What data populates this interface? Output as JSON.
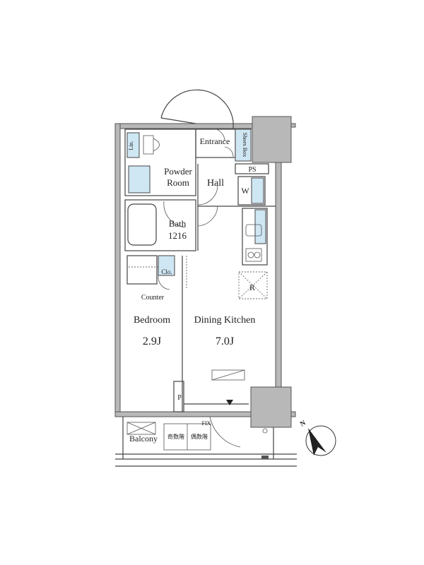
{
  "floor_plan": {
    "rooms": {
      "entrance": "Entrance",
      "shoes_box": "Shoes Box",
      "ps": "PS",
      "linen": "Lin.",
      "powder_room_1": "Powder",
      "powder_room_2": "Room",
      "hall": "Hall",
      "washer": "W",
      "bath": "Bath",
      "bath_size": "1216",
      "closet": "Clo.",
      "refrigerator": "R",
      "counter": "Counter",
      "bedroom": "Bedroom",
      "bedroom_size": "2.9J",
      "dining_kitchen": "Dining Kitchen",
      "dining_kitchen_size": "7.0J",
      "pipe_space": "P",
      "fix": "FIX",
      "balcony": "Balcony",
      "odd_floors": "奇数階",
      "even_floors": "偶数階"
    },
    "compass": {
      "north_label": "N"
    },
    "colors": {
      "wall": "#b8b8b8",
      "wet_area": "#cfe6f3",
      "line": "#444444"
    }
  }
}
